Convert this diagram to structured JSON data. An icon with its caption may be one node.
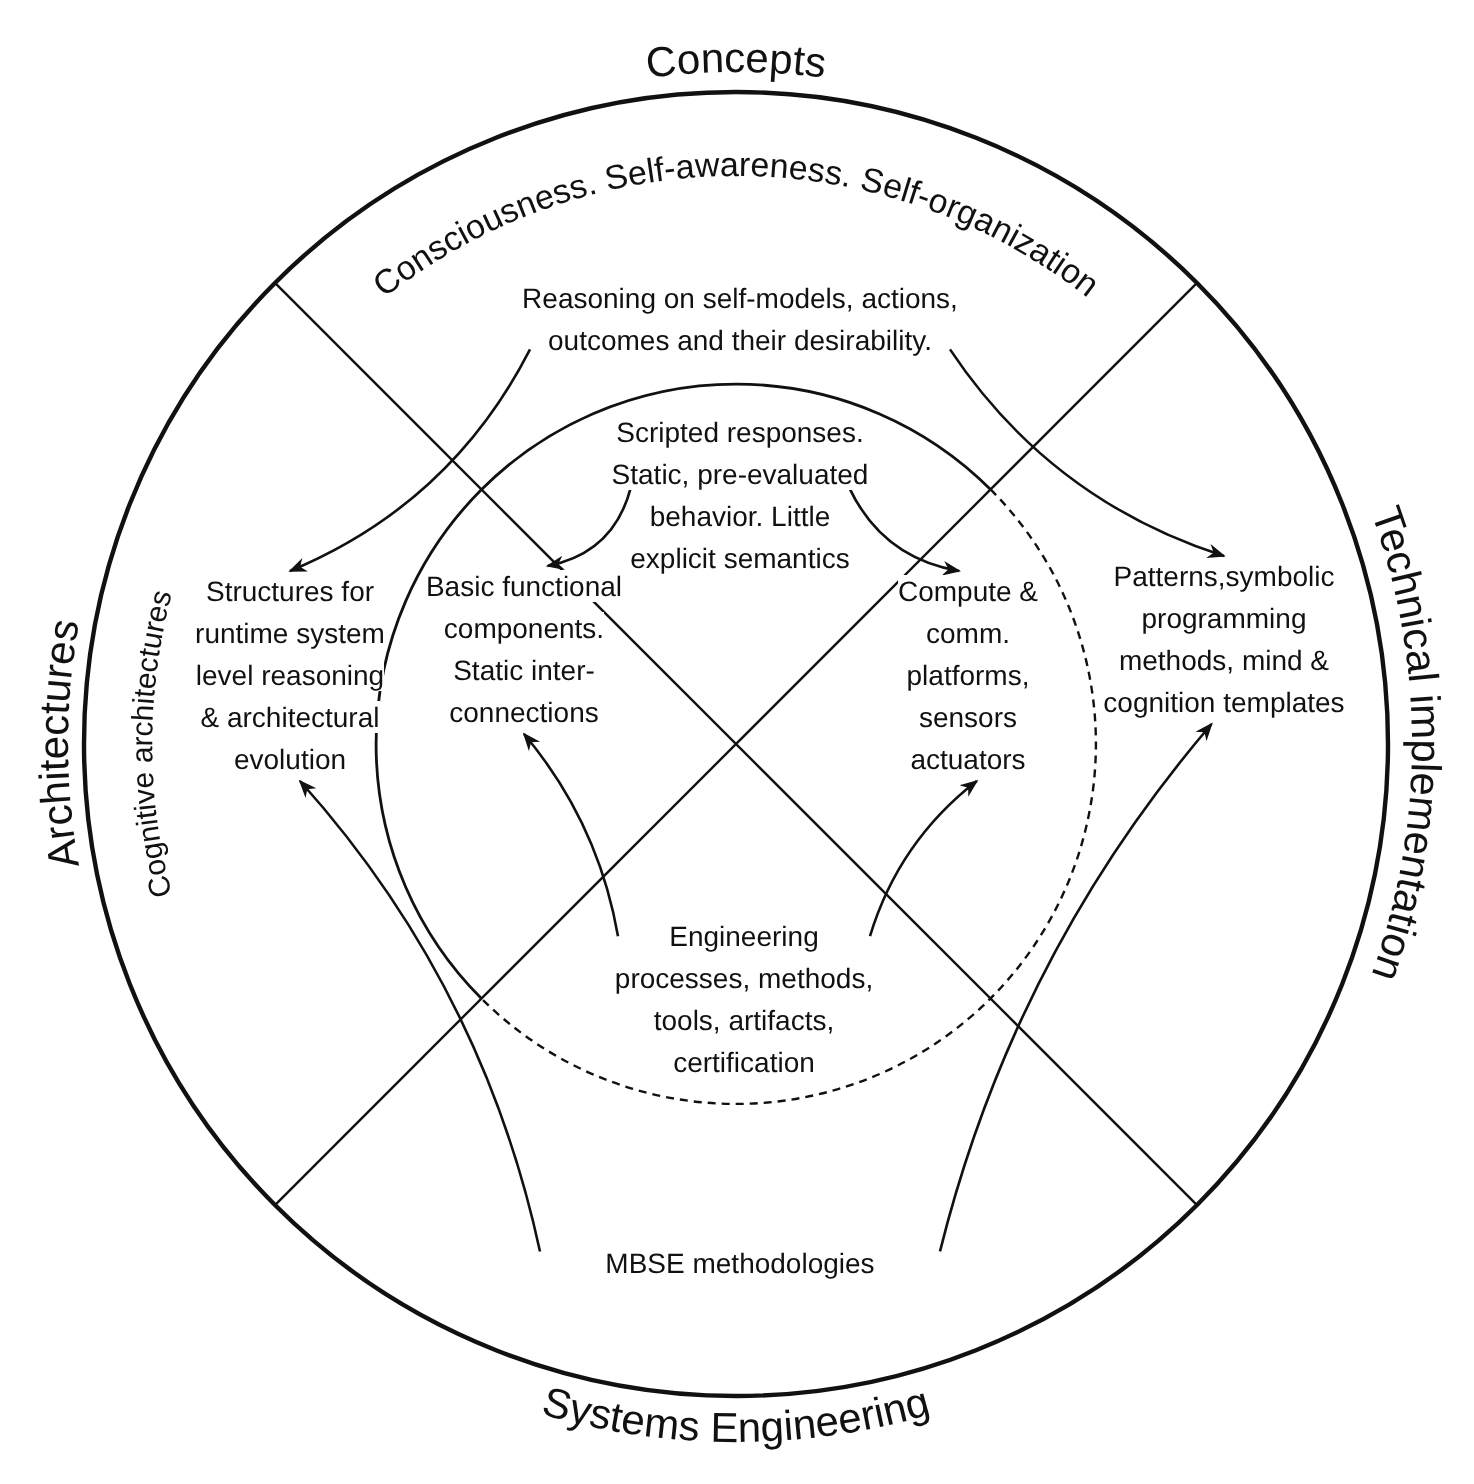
{
  "diagram": {
    "nodes": [
      {
        "text": [
          "Reasoning on self-models, actions, outcomes and their desirability."
        ]
      },
      {
        "text": [
          "Structures for runtime system level reasoning & architectural evolution"
        ]
      },
      {
        "text": [
          "Patterns,symbolic programming methods, mind & cognition templates"
        ]
      },
      {
        "text": [
          "Scripted responses. Static, pre-evaluated behavior. Little explicit semantics"
        ]
      },
      {
        "text": [
          "Basic functional components. Static inter- connections"
        ]
      },
      {
        "text": [
          "Compute & comm. platforms, sensors actuators"
        ]
      },
      {
        "text": [
          "Engineering processes, methods, tools, artifacts, certification"
        ]
      },
      {
        "text": [
          "MBSE methodologies"
        ]
      }
    ],
    "edges": [
      {
        "from": 0,
        "to": 1,
        "arrow": "to"
      },
      {
        "from": 0,
        "to": 2,
        "arrow": "to"
      },
      {
        "from": 3,
        "to": 4,
        "arrow": "to"
      },
      {
        "from": 3,
        "to": 5,
        "arrow": "to"
      },
      {
        "from": 6,
        "to": 4,
        "arrow": "to"
      },
      {
        "from": 6,
        "to": 5,
        "arrow": "to"
      },
      {
        "from": 7,
        "to": 1,
        "arrow": "to"
      },
      {
        "from": 7,
        "to": 2,
        "arrow": "to"
      }
    ],
    "labels": [
      "Concepts",
      "Consciousness. Self-awareness. Self-organization",
      "Architectures",
      "Cognitive architectures",
      "Technical implementation",
      "Systems Engineering"
    ]
  }
}
